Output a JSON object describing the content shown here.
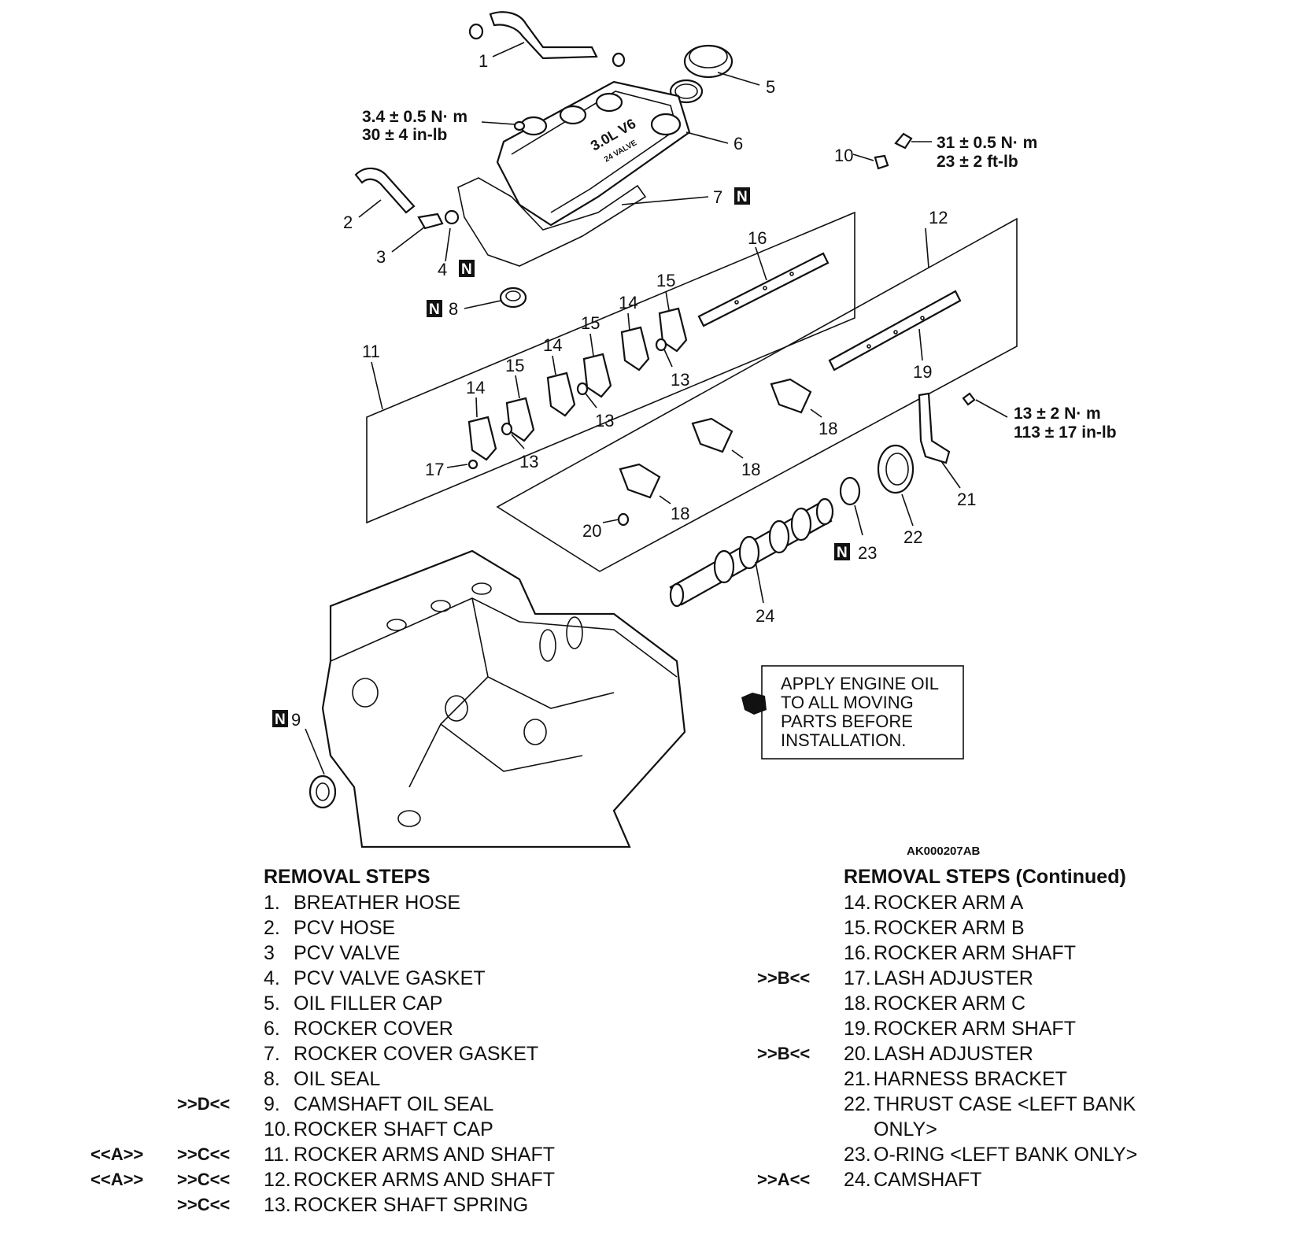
{
  "callouts": {
    "c1": "1",
    "c2": "2",
    "c3": "3",
    "c4": "4",
    "c5": "5",
    "c6": "6",
    "c7": "7",
    "c8": "8",
    "c9": "9",
    "c10": "10",
    "c11": "11",
    "c12": "12",
    "c13a": "13",
    "c13b": "13",
    "c13c": "13",
    "c14a": "14",
    "c14b": "14",
    "c14c": "14",
    "c15a": "15",
    "c15b": "15",
    "c15c": "15",
    "c16": "16",
    "c17": "17",
    "c18a": "18",
    "c18b": "18",
    "c18c": "18",
    "c19": "19",
    "c20": "20",
    "c21": "21",
    "c22": "22",
    "c23": "23",
    "c24": "24",
    "n_mark": "N"
  },
  "cover_text": {
    "line1": "3.0L V6",
    "line2": "24 VALVE"
  },
  "torques": {
    "t1_line1": "3.4 ± 0.5 N· m",
    "t1_line2": "30 ± 4 in-lb",
    "t2_line1": "31 ± 0.5 N· m",
    "t2_line2": "23 ± 2 ft-lb",
    "t3_line1": "13 ± 2 N· m",
    "t3_line2": "113 ± 17 in-lb"
  },
  "note": {
    "line1": "APPLY ENGINE OIL",
    "line2": "TO ALL MOVING",
    "line3": "PARTS BEFORE",
    "line4": "INSTALLATION."
  },
  "figure_id": "AK000207AB",
  "steps_left": {
    "heading": "REMOVAL STEPS",
    "items": [
      {
        "m1": "",
        "m2": "",
        "num": "1.",
        "text": "BREATHER HOSE"
      },
      {
        "m1": "",
        "m2": "",
        "num": "2.",
        "text": "PCV HOSE"
      },
      {
        "m1": "",
        "m2": "",
        "num": "3",
        "text": "PCV VALVE"
      },
      {
        "m1": "",
        "m2": "",
        "num": "4.",
        "text": "PCV VALVE GASKET"
      },
      {
        "m1": "",
        "m2": "",
        "num": "5.",
        "text": "OIL FILLER CAP"
      },
      {
        "m1": "",
        "m2": "",
        "num": "6.",
        "text": "ROCKER COVER"
      },
      {
        "m1": "",
        "m2": "",
        "num": "7.",
        "text": "ROCKER COVER GASKET"
      },
      {
        "m1": "",
        "m2": "",
        "num": "8.",
        "text": "OIL SEAL"
      },
      {
        "m1": "",
        "m2": ">>D<<",
        "num": "9.",
        "text": "CAMSHAFT OIL SEAL"
      },
      {
        "m1": "",
        "m2": "",
        "num": "10.",
        "text": "ROCKER SHAFT CAP"
      },
      {
        "m1": "<<A>>",
        "m2": ">>C<<",
        "num": "11.",
        "text": "ROCKER ARMS AND SHAFT"
      },
      {
        "m1": "<<A>>",
        "m2": ">>C<<",
        "num": "12.",
        "text": "ROCKER ARMS AND SHAFT"
      },
      {
        "m1": "",
        "m2": ">>C<<",
        "num": "13.",
        "text": "ROCKER SHAFT SPRING"
      }
    ]
  },
  "steps_right": {
    "heading": "REMOVAL STEPS (Continued)",
    "items": [
      {
        "m2": "",
        "num": "14.",
        "text": "ROCKER ARM A"
      },
      {
        "m2": "",
        "num": "15.",
        "text": "ROCKER ARM B"
      },
      {
        "m2": "",
        "num": "16.",
        "text": "ROCKER ARM SHAFT"
      },
      {
        "m2": ">>B<<",
        "num": "17.",
        "text": "LASH ADJUSTER"
      },
      {
        "m2": "",
        "num": "18.",
        "text": "ROCKER ARM C"
      },
      {
        "m2": "",
        "num": "19.",
        "text": "ROCKER ARM SHAFT"
      },
      {
        "m2": ">>B<<",
        "num": "20.",
        "text": "LASH ADJUSTER"
      },
      {
        "m2": "",
        "num": "21.",
        "text": "HARNESS BRACKET"
      },
      {
        "m2": "",
        "num": "22.",
        "text": "THRUST CASE <LEFT BANK"
      },
      {
        "m2": "",
        "num": "",
        "text": "ONLY>"
      },
      {
        "m2": "",
        "num": "23.",
        "text": "O-RING <LEFT BANK ONLY>"
      },
      {
        "m2": ">>A<<",
        "num": "24.",
        "text": "CAMSHAFT"
      }
    ]
  }
}
